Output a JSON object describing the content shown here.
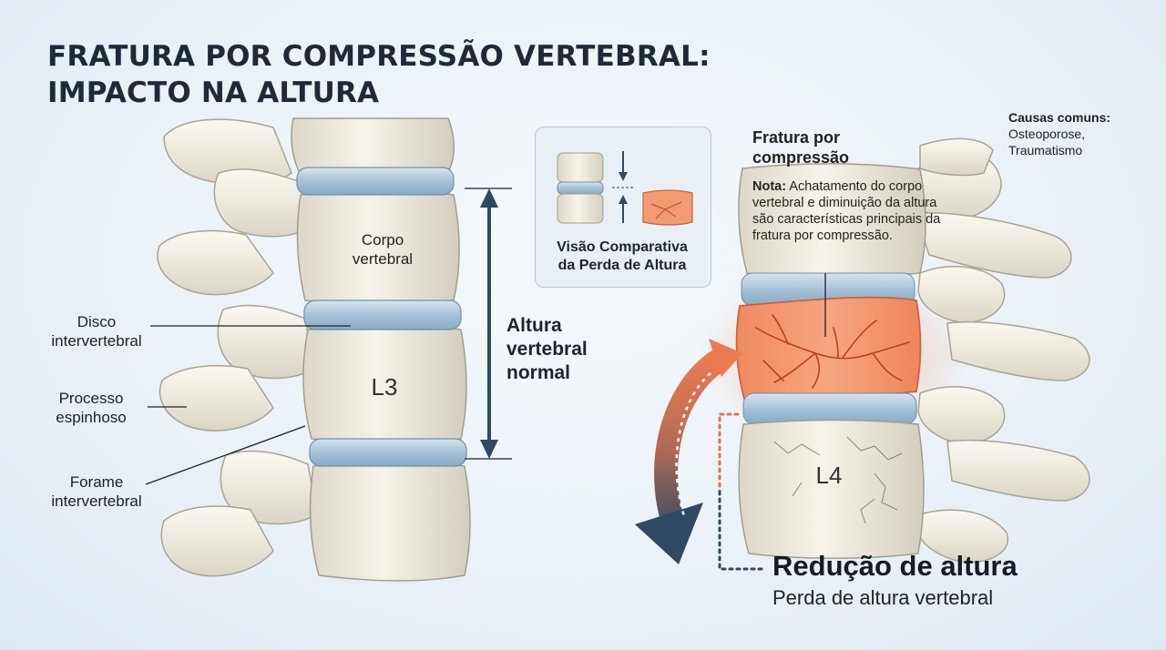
{
  "title": {
    "line1": "FRATURA POR COMPRESSÃO VERTEBRAL:",
    "line2": "IMPACTO NA ALTURA"
  },
  "left_spine": {
    "corpo_line1": "Corpo",
    "corpo_line2": "vertebral",
    "vertebra_label": "L3",
    "disco_line1": "Disco",
    "disco_line2": "intervertebral",
    "processo_line1": "Processo",
    "processo_line2": "espinhoso",
    "forame_line1": "Forame",
    "forame_line2": "intervertebral"
  },
  "height_measure": {
    "line1": "Altura",
    "line2": "vertebral",
    "line3": "normal"
  },
  "comparison_box": {
    "line1": "Visão Comparativa",
    "line2": "da Perda de Altura"
  },
  "fracture": {
    "title_line1": "Fratura por",
    "title_line2": "compressão",
    "note_label": "Nota:",
    "note_text": "Achatamento do corpo vertebral e diminuição da altura são características principais da fratura por compressão.",
    "vertebra_label": "L4"
  },
  "causes": {
    "title": "Causas comuns:",
    "line1": "Osteoporose,",
    "line2": "Traumatismo"
  },
  "reduction": {
    "title": "Redução de altura",
    "subtitle": "Perda de altura vertebral"
  },
  "colors": {
    "bone": "#ece9de",
    "disc": "#a9c4da",
    "fracture": "#ef8a5c",
    "arrow_navy": "#2e4a63",
    "arrow_orange": "#e9744a"
  }
}
